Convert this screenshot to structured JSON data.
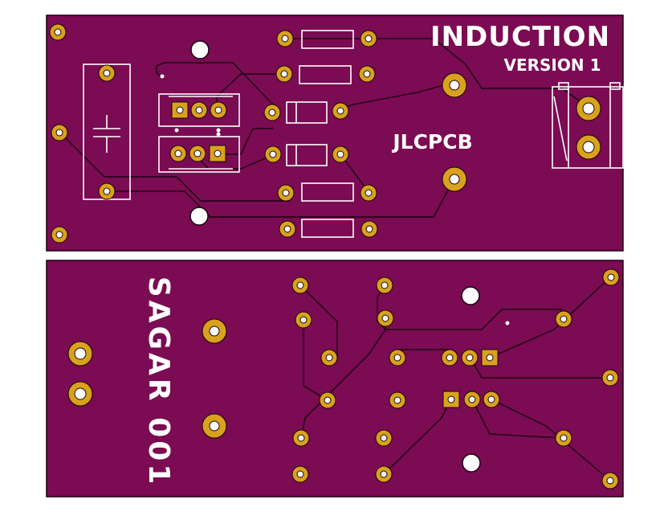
{
  "board": {
    "title": "INDUCTION",
    "version": "VERSION 1",
    "fab_mark": "JLCPCB",
    "author": "SAGAR 001"
  },
  "colors": {
    "board": "#7b0b52",
    "board_edge": "#1a0010",
    "copper": "#d9a21c",
    "trace_outline": "#1a0010",
    "silkscreen": "#ffffff",
    "mount_hole": "#ffffff"
  }
}
